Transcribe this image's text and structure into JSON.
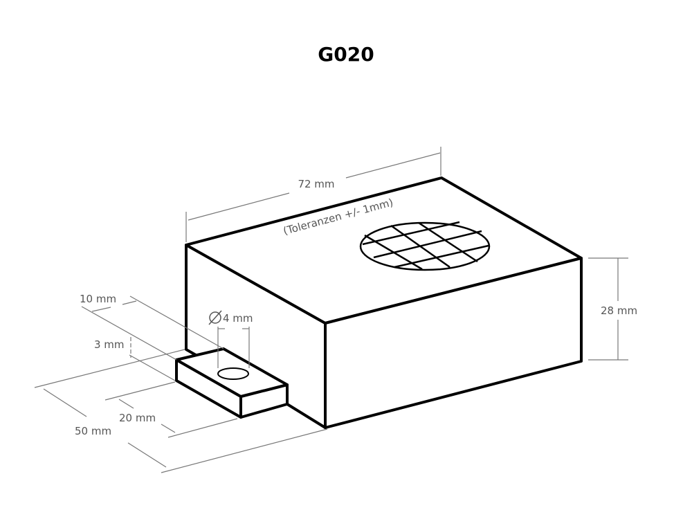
{
  "title": "G020",
  "dimensions": {
    "length": "72 mm",
    "tolerance": "(Toleranzen +/- 1mm)",
    "height": "28 mm",
    "tab_width": "10 mm",
    "tab_height": "3 mm",
    "hole": "4 mm",
    "tab_length": "20 mm",
    "depth": "50 mm"
  }
}
